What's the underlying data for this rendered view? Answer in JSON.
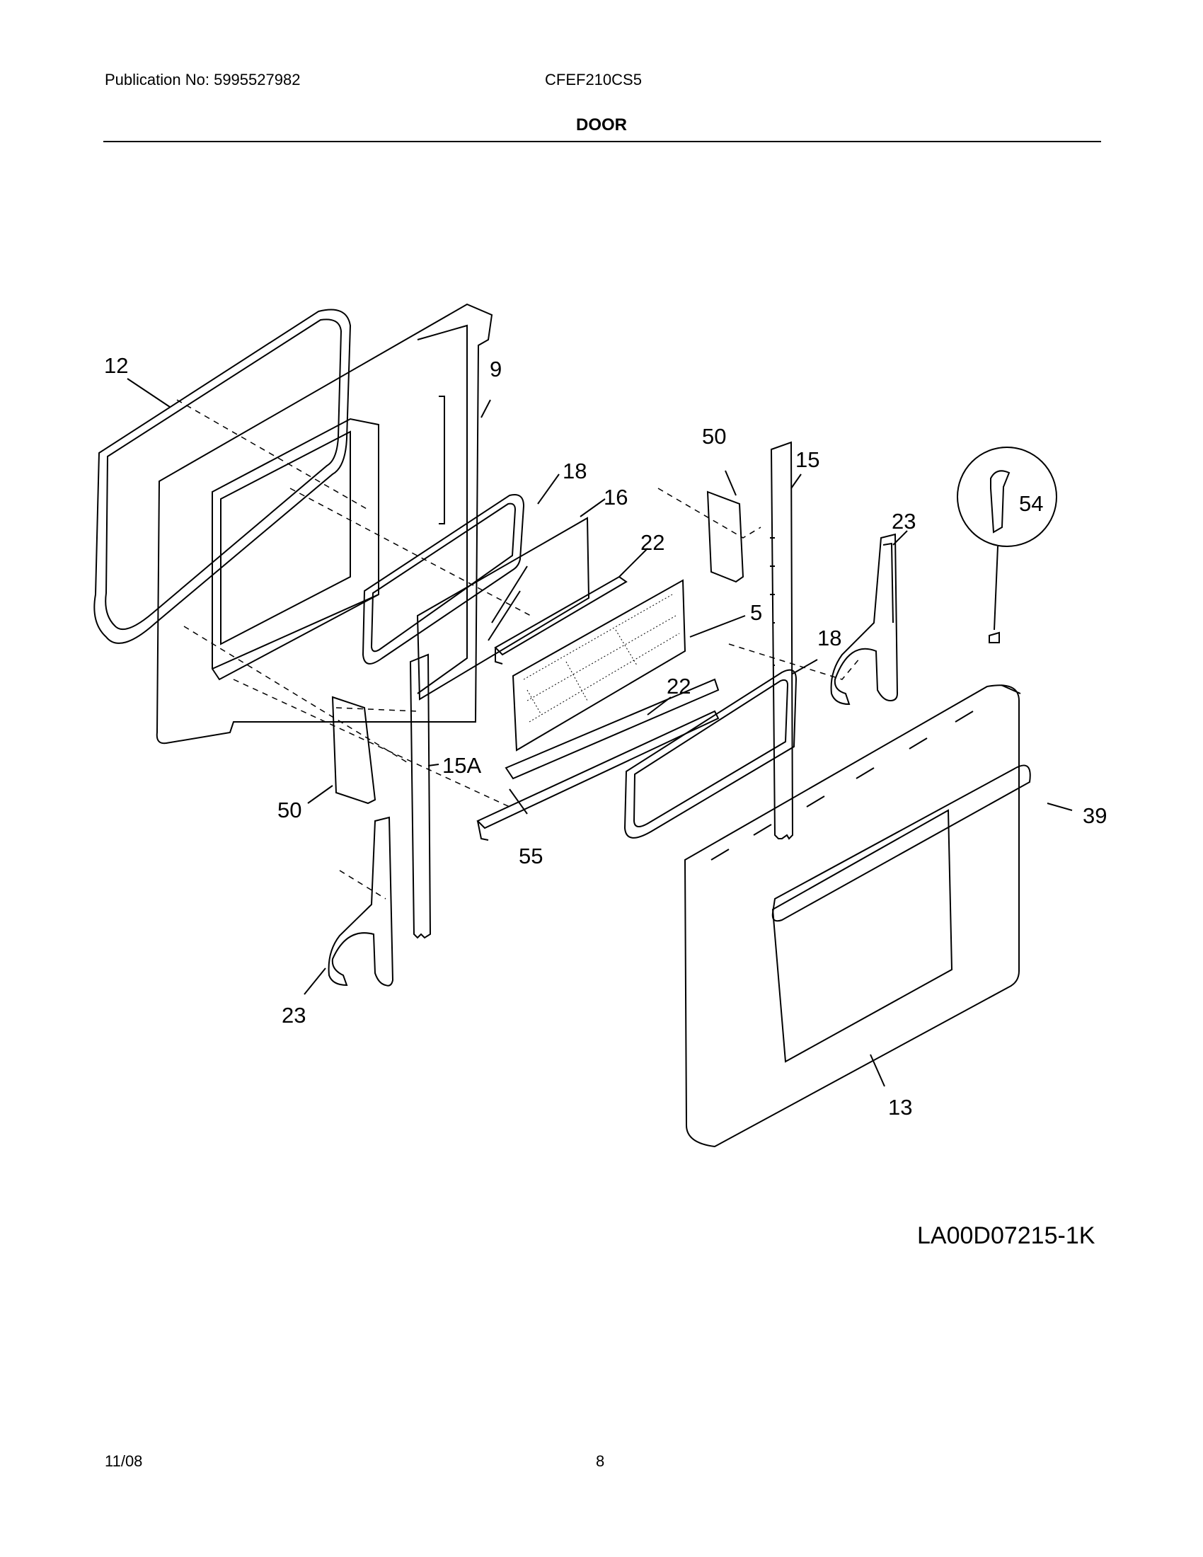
{
  "header": {
    "publication": "Publication No: 5995527982",
    "model": "CFEF210CS5",
    "section_title": "DOOR"
  },
  "callouts": {
    "c12": "12",
    "c9": "9",
    "c18a": "18",
    "c16": "16",
    "c22a": "22",
    "c50a": "50",
    "c15": "15",
    "c5": "5",
    "c18b": "18",
    "c22b": "22",
    "c23a": "23",
    "c54": "54",
    "c15a": "15A",
    "c50b": "50",
    "c55": "55",
    "c39": "39",
    "c23b": "23",
    "c13": "13"
  },
  "diagram_ref": "LA00D07215-1K",
  "footer": {
    "date": "11/08",
    "page": "8"
  }
}
